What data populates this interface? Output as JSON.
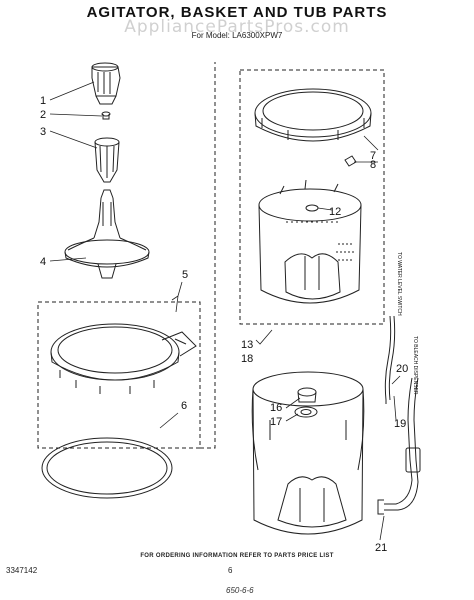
{
  "title": "AGITATOR, BASKET AND TUB PARTS",
  "watermark": "AppliancePartsPros.com",
  "model": "For Model: LA6300XPW7",
  "callouts": [
    "1",
    "2",
    "3",
    "4",
    "5",
    "6",
    "7",
    "8",
    "12",
    "13",
    "18",
    "16",
    "17",
    "20",
    "19",
    "21"
  ],
  "side_labels": {
    "water_level": "TO WATER LEVEL SWITCH",
    "bleach": "TO BLEACH DISPENSER"
  },
  "footer": {
    "ordering_note": "FOR ORDERING INFORMATION REFER TO PARTS PRICE LIST",
    "doc_number": "3347142",
    "page_number": "6",
    "code": "650-6-6"
  }
}
